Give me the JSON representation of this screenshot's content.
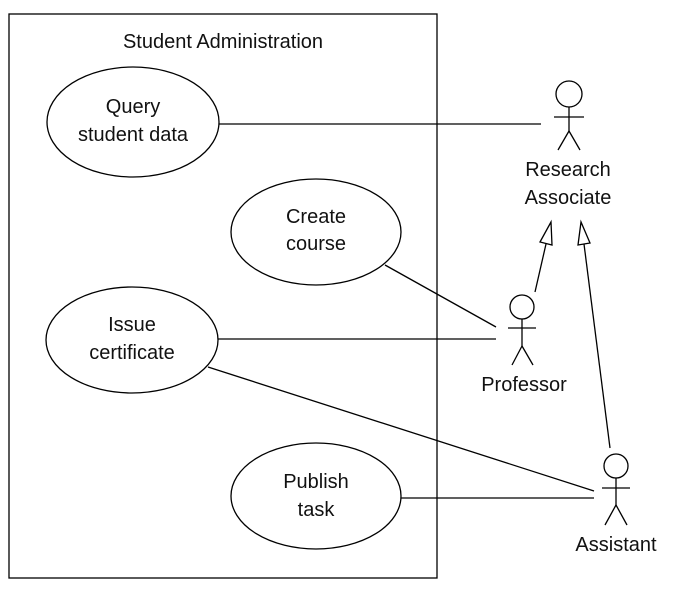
{
  "system": {
    "title": "Student Administration"
  },
  "use_cases": {
    "query": {
      "line1": "Query",
      "line2": "student data"
    },
    "create": {
      "line1": "Create",
      "line2": "course"
    },
    "issue": {
      "line1": "Issue",
      "line2": "certificate"
    },
    "publish": {
      "line1": "Publish",
      "line2": "task"
    }
  },
  "actors": {
    "research": {
      "line1": "Research",
      "line2": "Associate"
    },
    "professor": {
      "label": "Professor"
    },
    "assistant": {
      "label": "Assistant"
    }
  },
  "colors": {
    "stroke": "#000000",
    "background": "#ffffff",
    "text": "#111111"
  }
}
